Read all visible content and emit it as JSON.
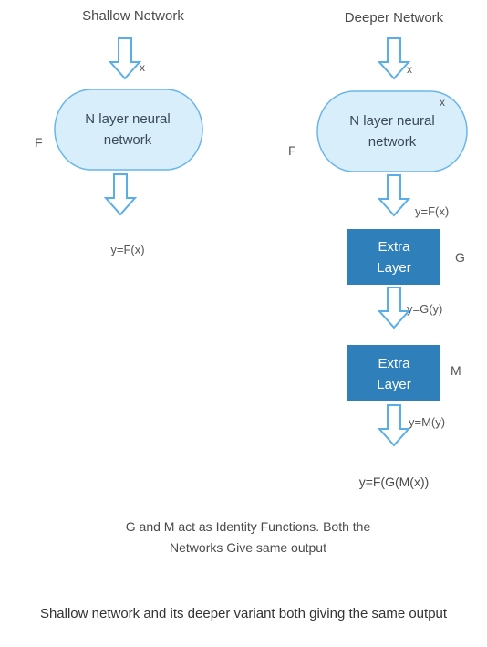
{
  "shallow": {
    "title": "Shallow Network",
    "input_label": "x",
    "node_line1": "N layer neural",
    "node_line2": "network",
    "side_label": "F",
    "output": "y=F(x)"
  },
  "deep": {
    "title": "Deeper Network",
    "input_label": "x",
    "node_x_label": "x",
    "node_line1": "N layer neural",
    "node_line2": "network",
    "side_label": "F",
    "out1": "y=F(x)",
    "layer1_line1": "Extra",
    "layer1_line2": "Layer",
    "layer1_side": "G",
    "out2": "y=G(y)",
    "layer2_line1": "Extra",
    "layer2_line2": "Layer",
    "layer2_side": "M",
    "out3": "y=M(y)",
    "final_output": "y=F(G(M(x))"
  },
  "note": {
    "line1": "G and M act as Identity Functions. Both the",
    "line2": "Networks Give same output"
  },
  "caption": "Shallow network and its deeper variant both giving the same output",
  "colors": {
    "arrow_stroke": "#5aaee8",
    "node_fill": "#d8eefa",
    "layer_fill": "#2e7fba"
  }
}
